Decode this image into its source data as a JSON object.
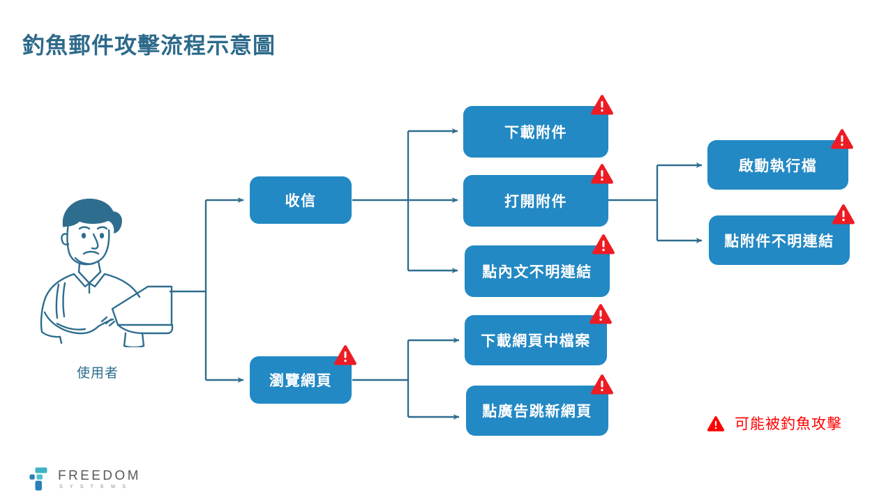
{
  "slide": {
    "title": "釣魚郵件攻擊流程示意圖",
    "background_color": "#ffffff",
    "title_color": "#2d6a8a"
  },
  "palette": {
    "node_fill": "#2389c4",
    "node_text": "#ffffff",
    "connector": "#2e6d8e",
    "warning_red": "#ed1c24",
    "legend_red": "#ff0000",
    "label_blue": "#2e6d8e"
  },
  "actor": {
    "label": "使用者",
    "icon": "person-with-laptop-illustration"
  },
  "nodes": [
    {
      "id": "receive-mail",
      "label": "收信",
      "warning": false
    },
    {
      "id": "browse-web",
      "label": "瀏覽網頁",
      "warning": true
    },
    {
      "id": "download-attach",
      "label": "下載附件",
      "warning": true
    },
    {
      "id": "open-attach",
      "label": "打開附件",
      "warning": true
    },
    {
      "id": "click-body-link",
      "label": "點內文不明連結",
      "warning": true
    },
    {
      "id": "download-web-file",
      "label": "下載網頁中檔案",
      "warning": true
    },
    {
      "id": "ad-new-page",
      "label": "點廣告跳新網頁",
      "warning": true
    },
    {
      "id": "run-executable",
      "label": "啟動執行檔",
      "warning": true
    },
    {
      "id": "click-attach-link",
      "label": "點附件不明連結",
      "warning": true
    }
  ],
  "legend": {
    "icon": "warning-triangle-icon",
    "text": "可能被釣魚攻擊"
  },
  "logo": {
    "name": "FREEDOM",
    "tagline": "S Y S T E M S",
    "mark": "freedom-f-mark"
  }
}
